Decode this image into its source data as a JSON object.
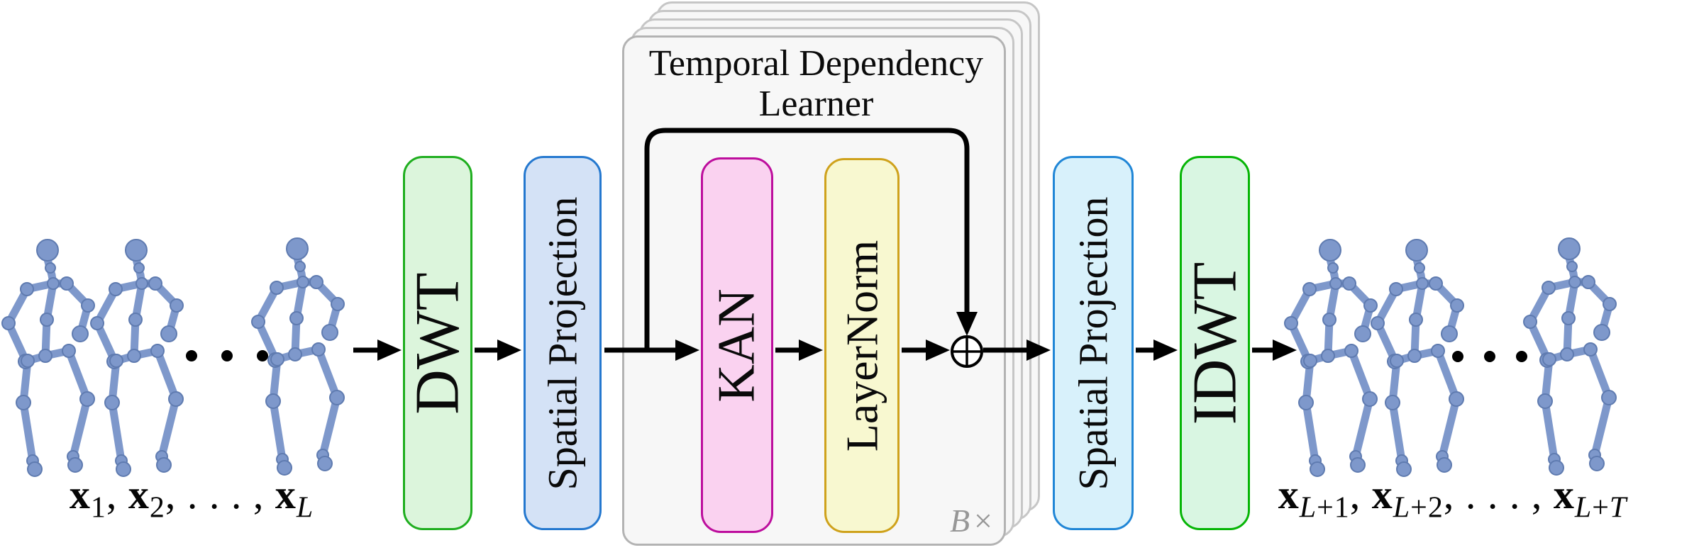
{
  "figure": {
    "tdl": {
      "title_line1": "Temporal Dependency",
      "title_line2": "Learner",
      "repeat_var": "B",
      "repeat_times": "×",
      "stack_count": 5
    },
    "blocks": {
      "dwt": "DWT",
      "spatial_projection_in": "Spatial Projection",
      "kan": "KAN",
      "layernorm": "LayerNorm",
      "spatial_projection_out": "Spatial Projection",
      "idwt": "IDWT"
    },
    "operators": {
      "sum_node": "⊕"
    },
    "input_label": {
      "v1": "x",
      "s1": "1",
      "c1": ",",
      "v2": "x",
      "s2": "2",
      "dots": ", . . . ,",
      "v3": "x",
      "s3": "L"
    },
    "output_label": {
      "v1": "x",
      "s1l": "L",
      "s1r": "+1",
      "c1": ",",
      "v2": "x",
      "s2l": "L",
      "s2r": "+2",
      "dots": ", . . . ,",
      "v3": "x",
      "s3l": "L",
      "s3plus": "+",
      "s3var": "T"
    },
    "colors": {
      "dwt_fill": "#dcf5dc",
      "dwt_border": "#1fae1f",
      "sp_in_fill": "#d4e2f6",
      "sp_in_border": "#2478cf",
      "kan_fill": "#fad2f0",
      "kan_border": "#bd0e9d",
      "layernorm_fill": "#f8f8d0",
      "layernorm_border": "#cfa21c",
      "sp_out_fill": "#d8f1fb",
      "sp_out_border": "#2086d6",
      "idwt_fill": "#d9f6e2",
      "idwt_border": "#06b506",
      "panel_fill": "#f7f7f7",
      "panel_border": "#b9b9b9",
      "skeleton": "#7e98cb",
      "skeleton_outline": "#5f7bb0",
      "line": "#000000",
      "repeat_label": "#979797"
    }
  }
}
